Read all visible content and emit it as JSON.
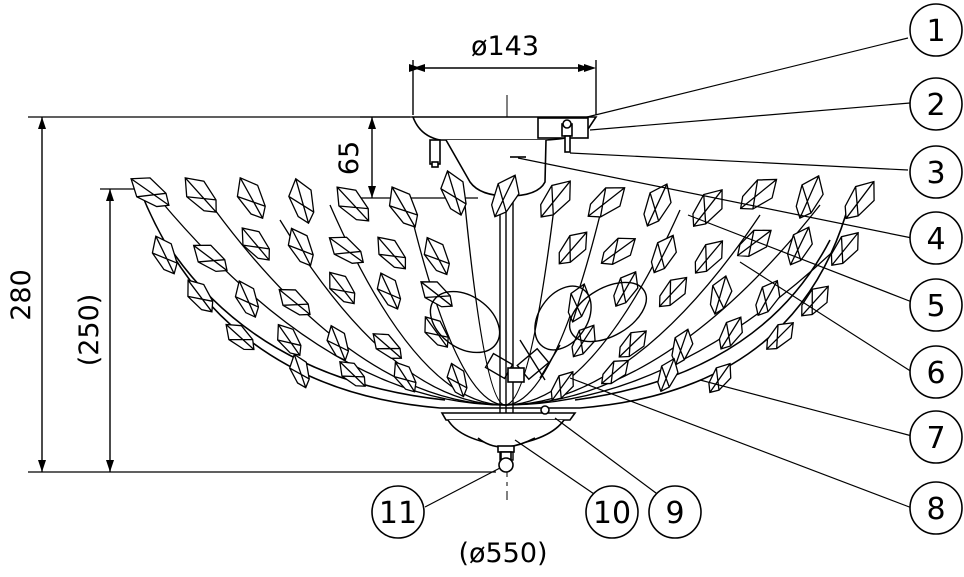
{
  "dimensions": {
    "canopy_diameter": "ø143",
    "canopy_height": "65",
    "total_height": "280",
    "shade_height": "(250)",
    "shade_diameter": "(ø550)"
  },
  "callouts": [
    "1",
    "2",
    "3",
    "4",
    "5",
    "6",
    "7",
    "8",
    "9",
    "10",
    "11"
  ],
  "colors": {
    "line": "#000000",
    "background": "#ffffff"
  }
}
